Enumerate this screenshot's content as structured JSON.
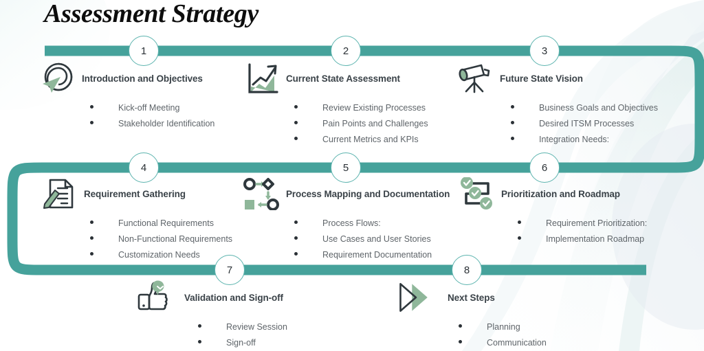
{
  "page": {
    "title": "Assessment Strategy",
    "accent_color": "#46a29b",
    "badge_border_color": "#5bb3ae",
    "icon_dark_color": "#2f383d",
    "icon_accent_color": "#8fb79a",
    "title_color": "#0d0d0d",
    "heading_color": "#3a4248",
    "bullet_text_color": "#5e6469",
    "background_color": "#ffffff"
  },
  "steps": [
    {
      "number": "1",
      "title": "Introduction and Objectives",
      "icon": "target-plane-icon",
      "bullets": [
        "Kick-off Meeting",
        "Stakeholder Identification"
      ]
    },
    {
      "number": "2",
      "title": "Current State Assessment",
      "icon": "growth-chart-icon",
      "bullets": [
        "Review Existing Processes",
        "Pain Points and Challenges",
        "Current Metrics and KPIs"
      ]
    },
    {
      "number": "3",
      "title": "Future State Vision",
      "icon": "telescope-icon",
      "bullets": [
        "Business Goals and Objectives",
        "Desired ITSM Processes",
        "Integration Needs:"
      ]
    },
    {
      "number": "4",
      "title": "Requirement Gathering",
      "icon": "document-pencil-icon",
      "bullets": [
        "Functional Requirements",
        "Non-Functional Requirements",
        "Customization Needs"
      ]
    },
    {
      "number": "5",
      "title": "Process Mapping and Documentation",
      "icon": "flowchart-icon",
      "bullets": [
        "Process Flows:",
        "Use Cases and User Stories",
        "Requirement Documentation"
      ]
    },
    {
      "number": "6",
      "title": "Prioritization and Roadmap",
      "icon": "checklist-flow-icon",
      "bullets": [
        "Requirement Prioritization:",
        "Implementation Roadmap"
      ]
    },
    {
      "number": "7",
      "title": "Validation and Sign-off",
      "icon": "thumbs-up-icon",
      "bullets": [
        "Review Session",
        "Sign-off"
      ]
    },
    {
      "number": "8",
      "title": "Next Steps",
      "icon": "play-arrow-icon",
      "bullets": [
        "Planning",
        "Communication"
      ]
    }
  ]
}
